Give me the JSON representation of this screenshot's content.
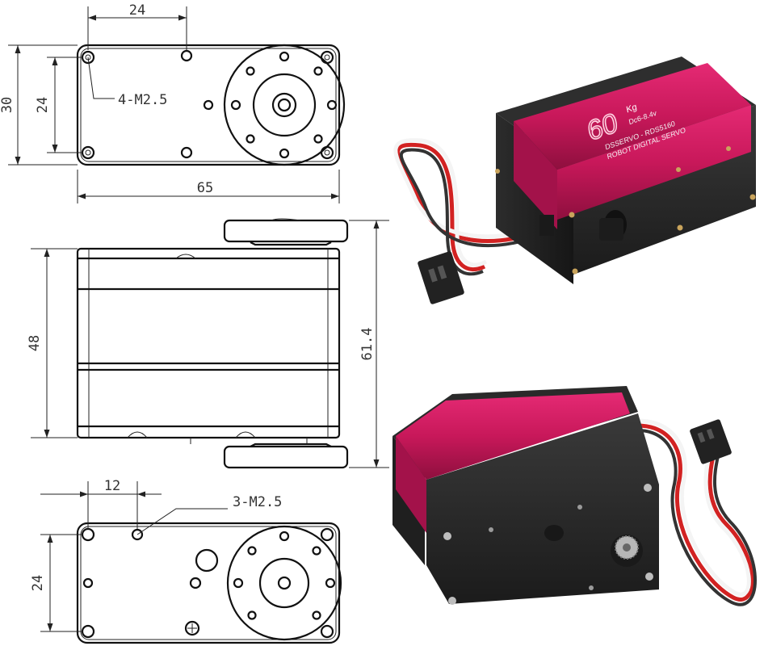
{
  "drawing": {
    "top_view": {
      "hole_spacing": "24",
      "height_outer": "30",
      "height_holes": "24",
      "hole_callout": "4-M2.5",
      "length": "65"
    },
    "side_view": {
      "body_height": "48",
      "total_height": "61.4"
    },
    "bottom_view": {
      "hole_spacing": "12",
      "hole_callout": "3-M2.5",
      "height_holes": "24"
    }
  },
  "servo_label": {
    "torque_number": "60",
    "torque_unit": "Kg",
    "voltage": "Dc6-8.4v",
    "model_line": "DSSERVO - RDS5160",
    "type_line": "ROBOT DIGITAL SERVO"
  },
  "colors": {
    "body": "#232323",
    "label": "#c8185a",
    "wire_red": "#d22222",
    "wire_white": "#f4f4f4",
    "wire_black": "#333333"
  }
}
